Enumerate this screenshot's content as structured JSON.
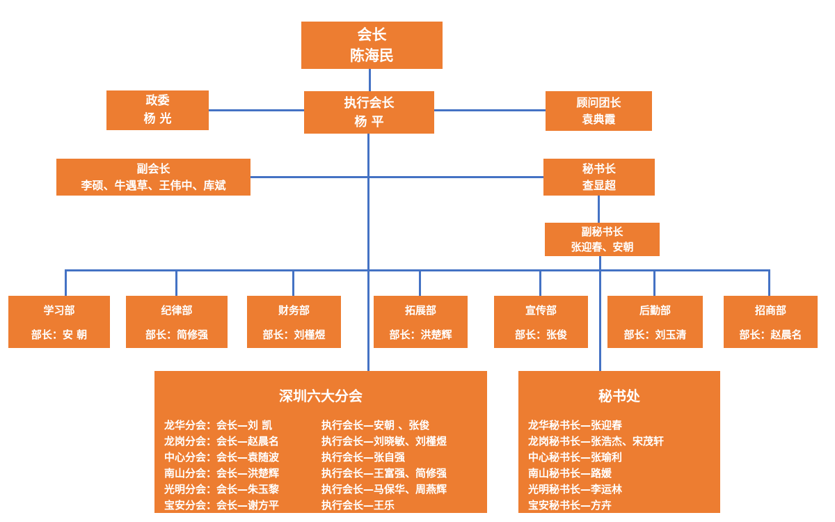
{
  "chart": {
    "accent_color": "#ED7D31",
    "line_color": "#4472C4"
  },
  "nodes": {
    "president": {
      "title": "会长",
      "name": "陈海民"
    },
    "political_commissar": {
      "title": "政委",
      "name": "杨 光"
    },
    "executive_president": {
      "title": "执行会长",
      "name": "杨 平"
    },
    "advisory_head": {
      "title": "顾问团长",
      "name": "袁典霞"
    },
    "vice_president": {
      "title": "副会长",
      "name": "李硕、牛遇草、王伟中、库斌"
    },
    "secretary_general": {
      "title": "秘书长",
      "name": "查显超"
    },
    "deputy_secretary_general": {
      "title": "副秘书长",
      "name": "张迎春、安朝"
    }
  },
  "departments": [
    {
      "title": "学习部",
      "head": "部长：安 朝"
    },
    {
      "title": "纪律部",
      "head": "部长：简修强"
    },
    {
      "title": "财务部",
      "head": "部长：刘槿煜"
    },
    {
      "title": "拓展部",
      "head": "部长：洪楚辉"
    },
    {
      "title": "宣传部",
      "head": "部长：张俊"
    },
    {
      "title": "后勤部",
      "head": "部长：刘玉清"
    },
    {
      "title": "招商部",
      "head": "部长：赵晨名"
    }
  ],
  "branches": {
    "title": "深圳六大分会",
    "rows": [
      {
        "col1": "龙华分会：会长—刘  凯",
        "col2": "执行会长—安朝 、张俊"
      },
      {
        "col1": "龙岗分会：会长—赵晨名",
        "col2": "执行会长—刘晓敏、刘槿煜"
      },
      {
        "col1": "中心分会：会长—袁随波",
        "col2": "执行会长—张自强"
      },
      {
        "col1": "南山分会：会长—洪楚辉",
        "col2": "执行会长—王富强、简修强"
      },
      {
        "col1": "光明分会：会长—朱玉黎",
        "col2": "执行会长—马保华、周燕辉"
      },
      {
        "col1": "宝安分会：会长—谢方平",
        "col2": "执行会长—王乐"
      }
    ]
  },
  "secretariat": {
    "title": "秘书处",
    "rows": [
      "龙华秘书长—张迎春",
      "龙岗秘书长—张浩杰、宋茂轩",
      "中心秘书长—张瑜利",
      "南山秘书长—路媛",
      "光明秘书长—李运林",
      "宝安秘书长—方卉"
    ]
  }
}
